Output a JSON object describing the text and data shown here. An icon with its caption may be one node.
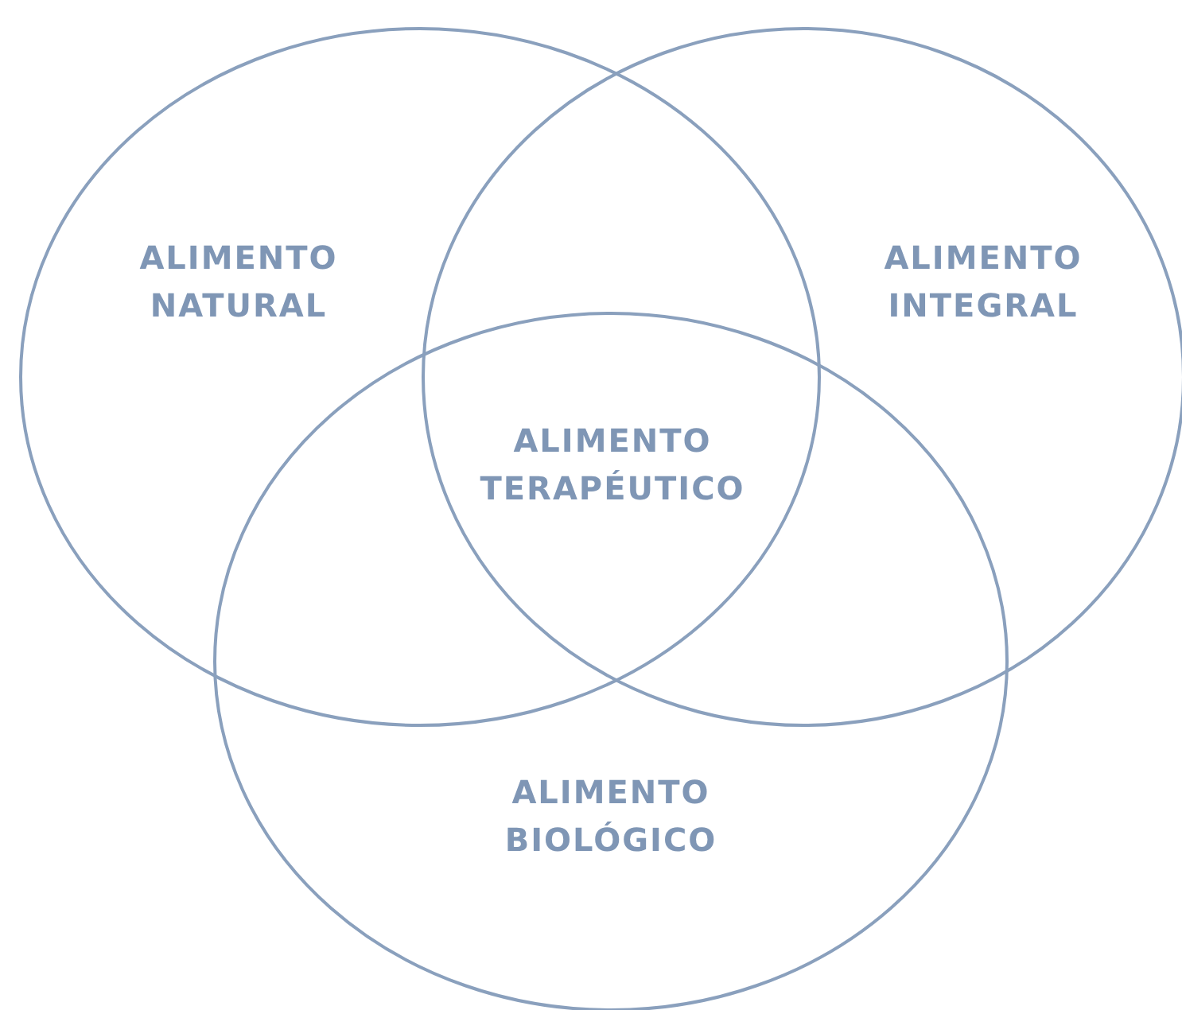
{
  "diagram": {
    "nodes": [
      {
        "text": [
          "ALIMENTO NATURAL"
        ]
      },
      {
        "text": [
          "ALIMENTO INTEGRAL"
        ]
      },
      {
        "text": [
          "ALIMENTO BIOLÓGICO"
        ]
      }
    ],
    "labels": [
      "ALIMENTO TERAPÉUTICO"
    ]
  }
}
